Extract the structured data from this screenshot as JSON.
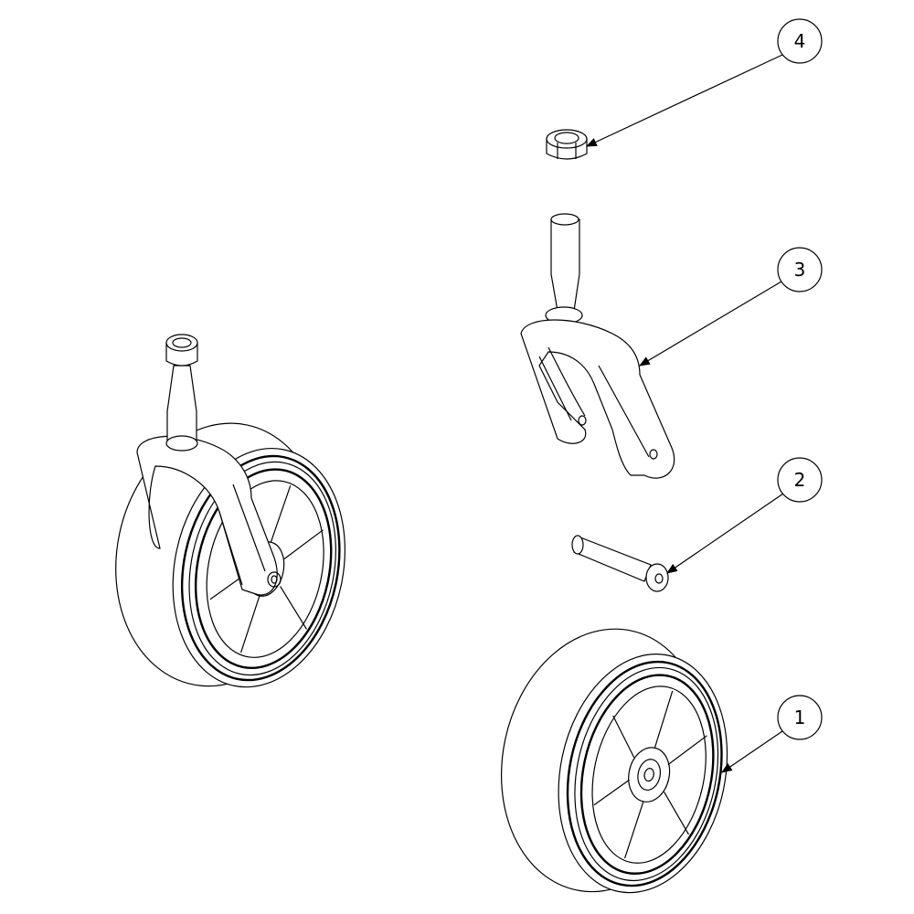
{
  "drawing": {
    "balloons": [
      {
        "id": "1",
        "part": "wheel"
      },
      {
        "id": "2",
        "part": "axle-bolt"
      },
      {
        "id": "3",
        "part": "caster-fork"
      },
      {
        "id": "4",
        "part": "lock-nut"
      }
    ],
    "colors": {
      "line": "#000000",
      "background": "#ffffff"
    }
  }
}
